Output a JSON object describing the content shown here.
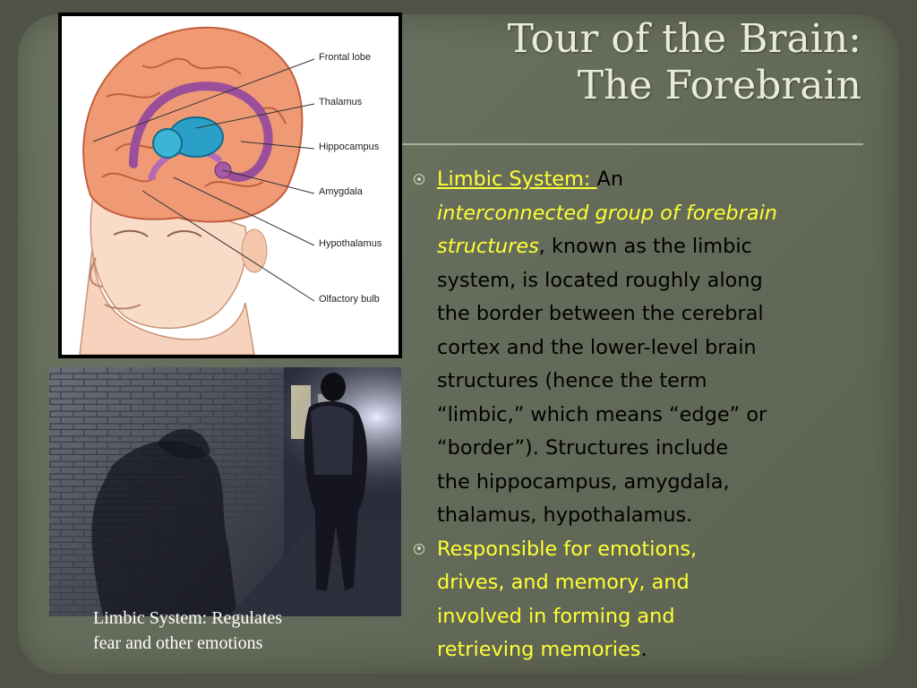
{
  "title": {
    "line1": "Tour of the Brain:",
    "line2": "The Forebrain"
  },
  "illustration": {
    "labels": [
      "Frontal lobe",
      "Thalamus",
      "Hippocampus",
      "Amygdala",
      "Hypothalamus",
      "Olfactory bulb"
    ]
  },
  "photo": {
    "caption_line1": "Limbic System: Regulates",
    "caption_line2": "fear and other emotions"
  },
  "bullets": [
    {
      "lines": [
        {
          "parts": [
            {
              "text": "Limbic System: ",
              "style": "yellow ul"
            },
            {
              "text": "An",
              "style": ""
            }
          ]
        },
        {
          "parts": [
            {
              "text": "interconnected group of forebrain",
              "style": "yellow it"
            }
          ]
        },
        {
          "parts": [
            {
              "text": "structures",
              "style": "yellow it"
            },
            {
              "text": ", known as the limbic",
              "style": ""
            }
          ]
        },
        {
          "parts": [
            {
              "text": "system, is located roughly along",
              "style": ""
            }
          ]
        },
        {
          "parts": [
            {
              "text": "the border between the cerebral",
              "style": ""
            }
          ]
        },
        {
          "parts": [
            {
              "text": "cortex and the lower-level brain",
              "style": ""
            }
          ]
        },
        {
          "parts": [
            {
              "text": "structures (hence the term",
              "style": ""
            }
          ]
        },
        {
          "parts": [
            {
              "text": "“limbic,” which means “edge” or",
              "style": ""
            }
          ]
        },
        {
          "parts": [
            {
              "text": "“border”).  Structures include",
              "style": ""
            }
          ]
        },
        {
          "parts": [
            {
              "text": "the hippocampus, amygdala,",
              "style": ""
            }
          ]
        },
        {
          "parts": [
            {
              "text": "thalamus, hypothalamus.",
              "style": ""
            }
          ]
        }
      ]
    },
    {
      "lines": [
        {
          "parts": [
            {
              "text": "Responsible for emotions,",
              "style": "yellow"
            }
          ]
        },
        {
          "parts": [
            {
              "text": "drives, and memory, and",
              "style": "yellow"
            }
          ]
        },
        {
          "parts": [
            {
              "text": "involved in forming and",
              "style": "yellow"
            }
          ]
        },
        {
          "parts": [
            {
              "text": "retrieving memories",
              "style": "yellow"
            },
            {
              "text": ".",
              "style": ""
            }
          ]
        }
      ]
    }
  ],
  "colors": {
    "background": "#4e5346",
    "slide": "#6d7462",
    "title": "#e9ecd8",
    "highlight": "#ffff33",
    "bullet": "#d2d8bd"
  },
  "icons": {
    "bullet": "ring-dot-icon"
  }
}
